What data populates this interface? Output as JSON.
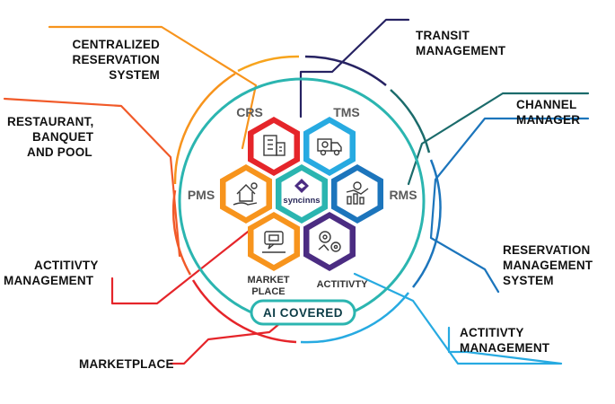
{
  "outer_labels": {
    "centralized": [
      "CENTRALIZED",
      "RESERVATION",
      "SYSTEM"
    ],
    "restaurant": [
      "RESTAURANT,",
      "BANQUET",
      "AND POOL"
    ],
    "activity_left": [
      "ACTITIVTY",
      "MANAGEMENT"
    ],
    "marketplace": [
      "MARKETPLACE"
    ],
    "transit": [
      "TRANSIT",
      "MANAGEMENT"
    ],
    "channel": [
      "CHANNEL",
      "MANAGER"
    ],
    "reservation": [
      "RESERVATION",
      "MANAGEMENT",
      "SYSTEM"
    ],
    "activity_right": [
      "ACTITIVTY",
      "MANAGEMENT"
    ]
  },
  "inner_labels": {
    "crs": "CRS",
    "tms": "TMS",
    "pms": "PMS",
    "rms": "RMS",
    "market_place": [
      "MARKET",
      "PLACE"
    ],
    "activity": "ACTITIVTY"
  },
  "center_brand": "syncinns",
  "ai_badge": "AI COVERED",
  "colors": {
    "orange": "#f7941d",
    "red_orange": "#f15a29",
    "red": "#e5252a",
    "navy": "#262262",
    "purple": "#662d91",
    "teal_dark": "#1b6b6b",
    "teal": "#2bb5b0",
    "blue": "#1c75bc",
    "sky": "#27aae1",
    "orange_light": "#f7a41d"
  },
  "icons": {
    "crs": "building-icon",
    "tms": "delivery-truck-icon",
    "pms": "house-hand-icon",
    "rms": "chart-gear-icon",
    "market": "chat-shop-icon",
    "activity": "gears-icon",
    "center": "diamond-logo-icon"
  }
}
